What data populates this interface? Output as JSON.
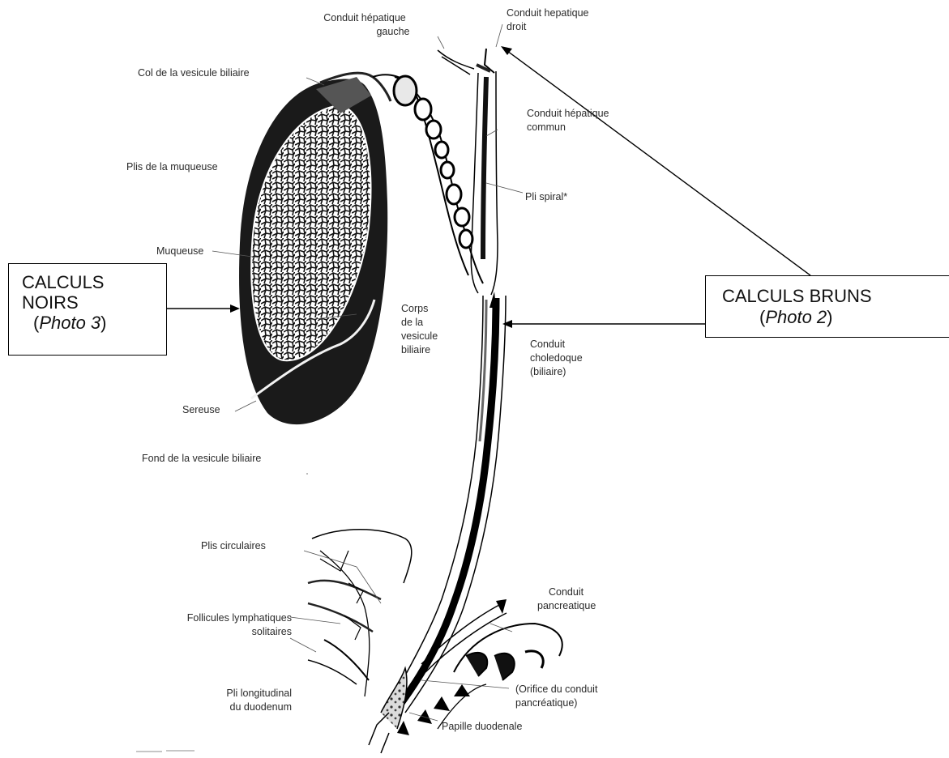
{
  "labels": {
    "hep_gauche_1": "Conduit  hépatique",
    "hep_gauche_2": "gauche",
    "hep_droit_1": "Conduit hepatique",
    "hep_droit_2": "droit",
    "col": "Col de la vesicule biliaire",
    "hep_commun_1": "Conduit hépatique",
    "hep_commun_2": "commun",
    "plis_muqueuse": "Plis de la muqueuse",
    "pli_spiral": "Pli spiral*",
    "muqueuse": "Muqueuse",
    "corps_1": "Corps",
    "corps_2": "de la",
    "corps_3": "vesicule",
    "corps_4": "biliaire",
    "choledoque_1": "Conduit",
    "choledoque_2": "choledoque",
    "choledoque_3": "(biliaire)",
    "sereuse": "Sereuse",
    "fond": "Fond de la vesicule biliaire",
    "plis_circ": "Plis circulaires",
    "follicules_1": "Follicules lymphatiques",
    "follicules_2": "solitaires",
    "pancreatique_1": "Conduit",
    "pancreatique_2": "pancreatique",
    "pli_long_1": "Pli longitudinal",
    "pli_long_2": "du duodenum",
    "orifice_1": "(Orifice du conduit",
    "orifice_2": "pancréatique)",
    "papille": "Papille duodenale"
  },
  "boxes": {
    "noirs_line1": "CALCULS",
    "noirs_line2": "NOIRS",
    "noirs_photo": "Photo 3",
    "bruns_line1": "CALCULS BRUNS",
    "bruns_photo": "Photo 2"
  }
}
